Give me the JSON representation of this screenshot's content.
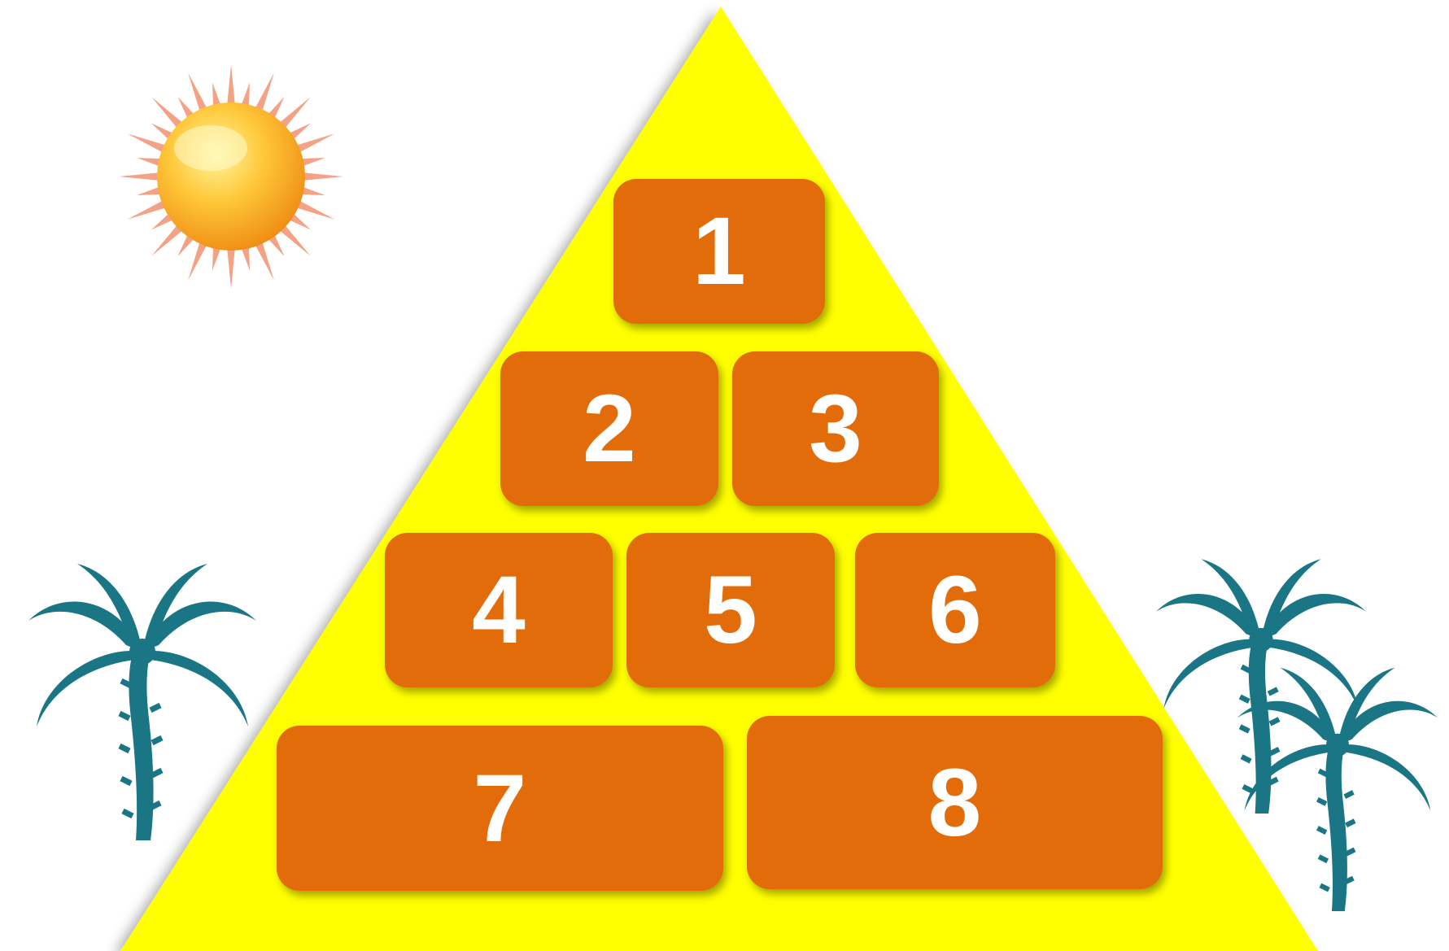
{
  "game": {
    "tiles": [
      {
        "label": "1"
      },
      {
        "label": "2"
      },
      {
        "label": "3"
      },
      {
        "label": "4"
      },
      {
        "label": "5"
      },
      {
        "label": "6"
      },
      {
        "label": "7"
      },
      {
        "label": "8"
      }
    ]
  },
  "decorations": {
    "sun_icon": "sun-icon",
    "palm_icon": "palm-tree-icon",
    "pyramid": "pyramid"
  },
  "colors": {
    "pyramid": "#ffff00",
    "tile": "#e36c0a",
    "tile_text": "#ffffff",
    "palm": "#1a7585",
    "sun_core": "#f7a21b",
    "sun_rays": "#f08a6a"
  }
}
